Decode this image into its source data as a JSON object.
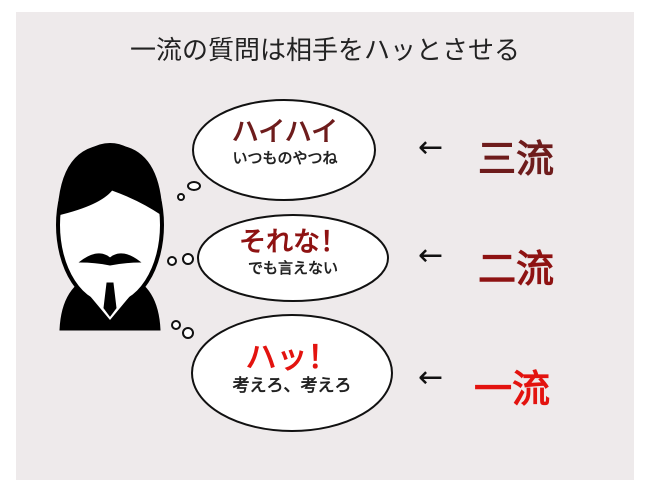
{
  "title": "一流の質問は相手をハッとさせる",
  "bubbles": [
    {
      "main": "ハイハイ",
      "sub": "いつものやつね",
      "rank": "三流",
      "color": "#6e1c1c"
    },
    {
      "main": "それな！",
      "sub": "でも言えない",
      "rank": "二流",
      "color": "#8e1212"
    },
    {
      "main": "ハッ！",
      "sub": "考えろ、考えろ",
      "rank": "一流",
      "color": "#e3130f"
    }
  ],
  "arrow": "←"
}
